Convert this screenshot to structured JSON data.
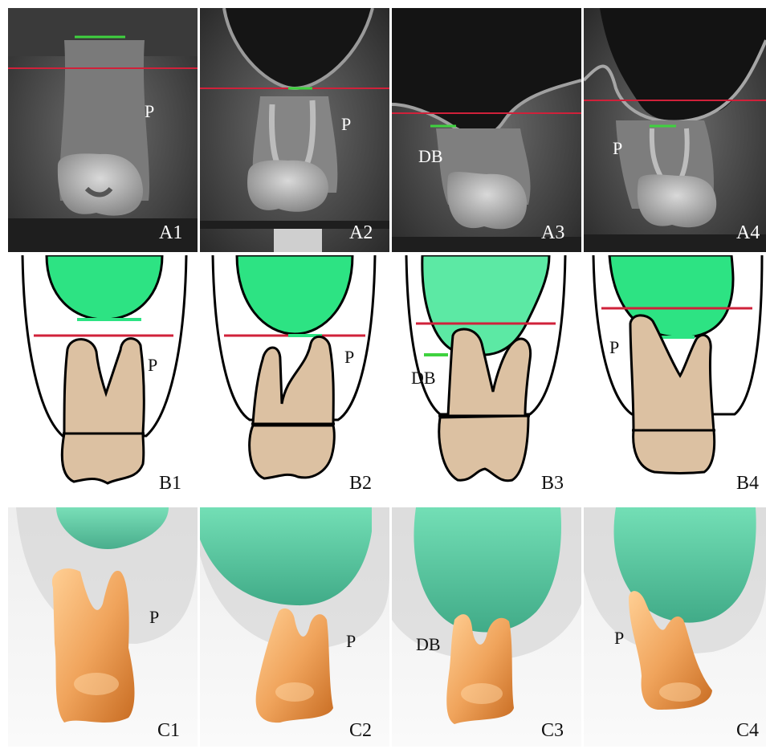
{
  "rows": {
    "ct": [
      {
        "id": "A1",
        "root": "P"
      },
      {
        "id": "A2",
        "root": "P"
      },
      {
        "id": "A3",
        "root": "DB"
      },
      {
        "id": "A4",
        "root": "P"
      }
    ],
    "diagram": [
      {
        "id": "B1",
        "root": "P"
      },
      {
        "id": "B2",
        "root": "P"
      },
      {
        "id": "B3",
        "root": "DB"
      },
      {
        "id": "B4",
        "root": "P"
      }
    ],
    "model": [
      {
        "id": "C1",
        "root": "P"
      },
      {
        "id": "C2",
        "root": "P"
      },
      {
        "id": "C3",
        "root": "DB"
      },
      {
        "id": "C4",
        "root": "P"
      }
    ]
  },
  "colors": {
    "sinus_floor_line": "#d0213a",
    "root_apex_line": "#3fd23f",
    "sinus_fill": "#2de383",
    "tooth_fill": "#dcc1a2",
    "model_tooth": "#f0a45c",
    "model_sinus": "#47c899"
  }
}
